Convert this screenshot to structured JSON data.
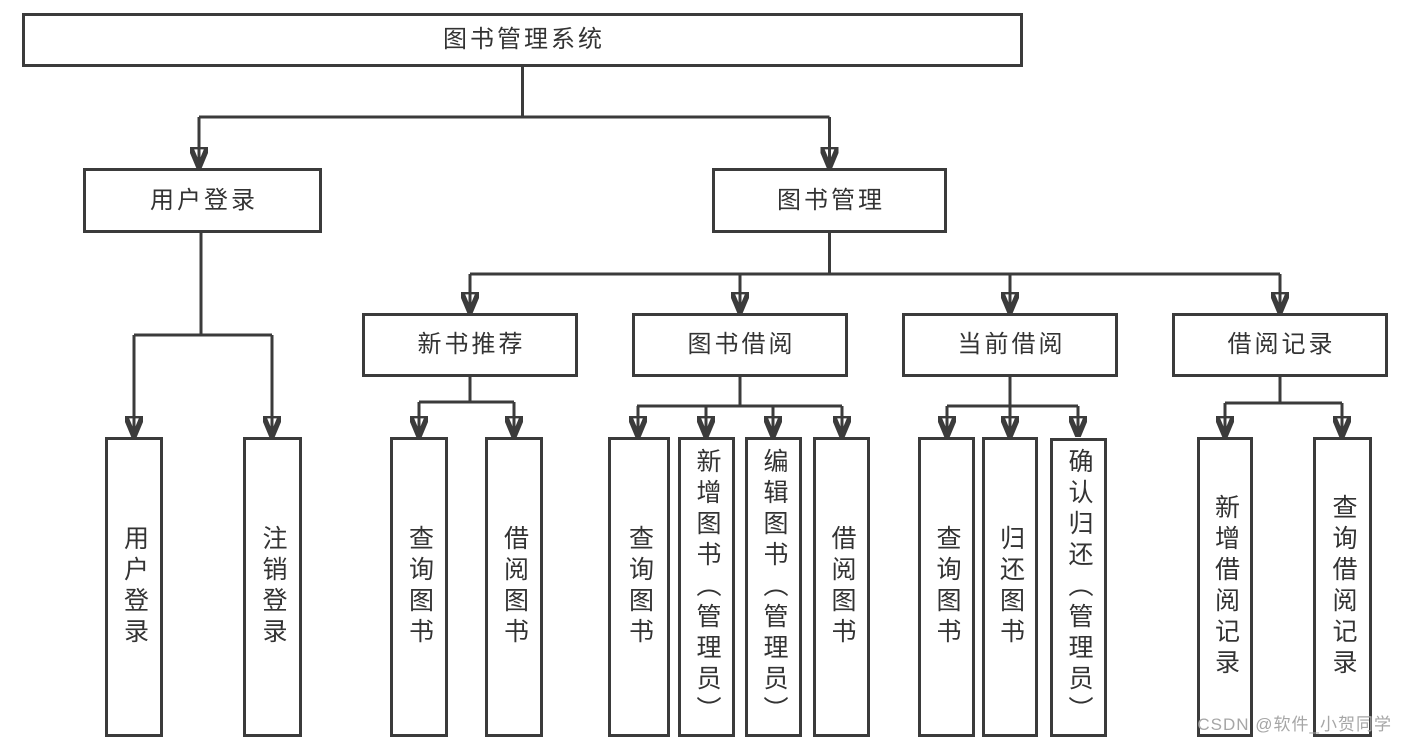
{
  "title": "图书管理系统",
  "tree": {
    "root": "图书管理系统",
    "children": [
      {
        "label": "用户登录",
        "children": [
          "用户登录",
          "注销登录"
        ]
      },
      {
        "label": "图书管理",
        "children": [
          {
            "label": "新书推荐",
            "children": [
              "查询图书",
              "借阅图书"
            ]
          },
          {
            "label": "图书借阅",
            "children": [
              "查询图书",
              "新增图书（管理员）",
              "编辑图书（管理员）",
              "借阅图书"
            ]
          },
          {
            "label": "当前借阅",
            "children": [
              "查询图书",
              "归还图书",
              "确认归还（管理员）"
            ]
          },
          {
            "label": "借阅记录",
            "children": [
              "新增借阅记录",
              "查询借阅记录"
            ]
          }
        ]
      }
    ]
  },
  "watermark": "CSDN @软件_小贺同学",
  "colors": {
    "background": "#ffffff",
    "line": "#3b3b3b",
    "text": "#333333",
    "watermark": "#a6a6a6"
  }
}
